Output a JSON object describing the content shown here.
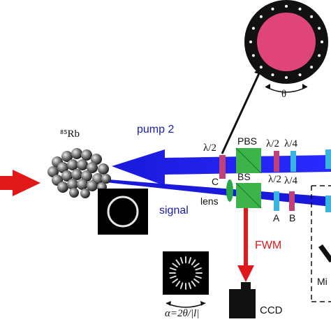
{
  "labels": {
    "rb_label": "⁸⁵Rb",
    "pump2": "pump 2",
    "signal": "signal",
    "fwm": "FWM",
    "lens": "lens",
    "ccd": "CCD",
    "pbs": "PBS",
    "bs": "BS",
    "half_wave_top": "λ/2",
    "half_wave_pbs": "λ/2",
    "quarter_wave_pbs": "λ/4",
    "half_wave_bs": "λ/2",
    "quarter_wave_bs": "λ/4",
    "label_c": "C",
    "label_a": "A",
    "label_b": "B",
    "theta": "θ",
    "alpha_formula": "α=2θ/|l|",
    "mirror_partial": "Mi"
  },
  "colors": {
    "pump_beam": "#1a1adc",
    "signal_beam": "#1a1adc",
    "fwm_beam": "#e01818",
    "probe_arrow": "#e01818",
    "beamsplitter": "#3cb44a",
    "half_wave_plate": "#c0407a",
    "quarter_wave_plate": "#38b4e0",
    "rotator_disc": "#e0457a",
    "text_blue": "#1a1ab4",
    "text_red": "#e01818"
  }
}
